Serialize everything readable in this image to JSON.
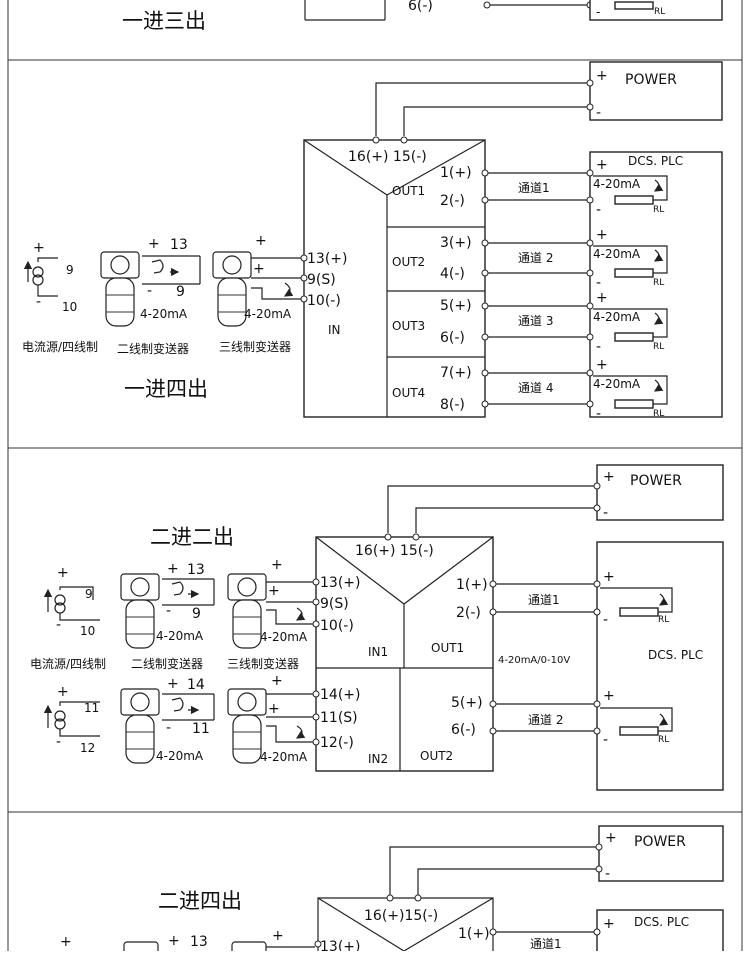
{
  "titles": {
    "s1": "一进三出",
    "s2": "一进四出",
    "s3": "二进二出",
    "s4": "二进四出"
  },
  "power": {
    "label": "POWER",
    "plus": "+",
    "minus": "-"
  },
  "dcs_plc": "DCS. PLC",
  "signal": "4-20mA",
  "signal_out": "4-20mA/0-10V",
  "rl": "RL",
  "sources": {
    "current_source": "电流源/四线制",
    "two_wire": "二线制变送器",
    "three_wire": "三线制变送器",
    "plus": "+",
    "minus": "-"
  },
  "sec1_top": {
    "t6": "6(-)"
  },
  "sec2": {
    "power_terms": "16(+) 15(-)",
    "in_terms": [
      "13(+)",
      "9(S)",
      "10(-)"
    ],
    "in_label": "IN",
    "src_terms": [
      "9",
      "10"
    ],
    "two_wire_terms": [
      "13",
      "9"
    ],
    "outs": [
      {
        "label": "OUT1",
        "pos": "1(+)",
        "neg": "2(-)",
        "channel": "通道1"
      },
      {
        "label": "OUT2",
        "pos": "3(+)",
        "neg": "4(-)",
        "channel": "通道 2"
      },
      {
        "label": "OUT3",
        "pos": "5(+)",
        "neg": "6(-)",
        "channel": "通道 3"
      },
      {
        "label": "OUT4",
        "pos": "7(+)",
        "neg": "8(-)",
        "channel": "通道 4"
      }
    ]
  },
  "sec3": {
    "power_terms": "16(+) 15(-)",
    "in1_terms": [
      "13(+)",
      "9(S)",
      "10(-)"
    ],
    "in2_terms": [
      "14(+)",
      "11(S)",
      "12(-)"
    ],
    "in1_label": "IN1",
    "in2_label": "IN2",
    "src1_terms": [
      "9",
      "10"
    ],
    "src2_terms": [
      "11",
      "12"
    ],
    "tw1_terms": [
      "13",
      "9"
    ],
    "tw2_terms": [
      "14",
      "11"
    ],
    "outs": [
      {
        "label": "OUT1",
        "pos": "1(+)",
        "neg": "2(-)",
        "channel": "通道1"
      },
      {
        "label": "OUT2",
        "pos": "5(+)",
        "neg": "6(-)",
        "channel": "通道 2"
      }
    ]
  },
  "sec4": {
    "power_terms": "16(+)15(-)",
    "in_first": "13(+)",
    "tw_term": "13",
    "out_first": "1(+)",
    "channel": "通道1"
  }
}
